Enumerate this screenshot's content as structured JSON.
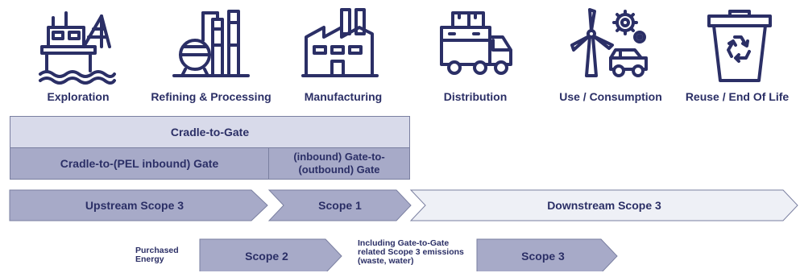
{
  "stages": [
    {
      "label": "Exploration",
      "icon": "oil-rig-icon"
    },
    {
      "label": "Refining & Processing",
      "icon": "refinery-icon"
    },
    {
      "label": "Manufacturing",
      "icon": "factory-icon"
    },
    {
      "label": "Distribution",
      "icon": "delivery-truck-icon"
    },
    {
      "label": "Use / Consumption",
      "icon": "wind-turbine-car-icon"
    },
    {
      "label": "Reuse / End Of Life",
      "icon": "recycle-bin-icon"
    }
  ],
  "boundaries": {
    "cradle_to_gate": "Cradle-to-Gate",
    "cradle_to_pel_inbound": "Cradle-to-(PEL inbound) Gate",
    "gate_to_gate": "(inbound) Gate-to-(outbound) Gate"
  },
  "scopes_row": {
    "upstream": "Upstream Scope 3",
    "scope1": "Scope 1",
    "downstream": "Downstream Scope 3"
  },
  "lower_row": {
    "purchased_energy_note": "Purchased Energy",
    "scope2": "Scope 2",
    "gate_note": "Including Gate-to-Gate related Scope 3 emissions (waste, water)",
    "scope3": "Scope 3"
  },
  "colors": {
    "navy": "#2b2f66",
    "light_fill": "#d8daea",
    "mid_fill": "#a7aac8",
    "pale_fill": "#eef0f6",
    "stroke": "#7a7fa0"
  }
}
